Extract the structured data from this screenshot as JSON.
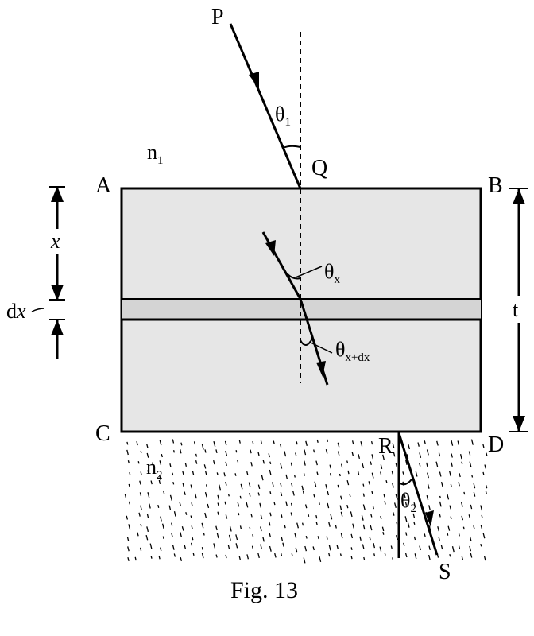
{
  "labels": {
    "P": "P",
    "Q": "Q",
    "A": "A",
    "B": "B",
    "C": "C",
    "D": "D",
    "R": "R",
    "S": "S",
    "n1_base": "n",
    "n1_sub": "1",
    "n2_base": "n",
    "n2_sub": "2",
    "x": "x",
    "dx_d": "d",
    "dx_x": "x",
    "t": "t",
    "theta": "θ",
    "theta1_sub": "1",
    "thetax_sub": "x",
    "thetaxdx_sub": "x+dx",
    "theta2_sub": "2"
  },
  "caption": "Fig. 13",
  "colors": {
    "slab_fill": "#e6e6e6",
    "strip_fill": "#d4d4d4",
    "ink": "#000000"
  }
}
